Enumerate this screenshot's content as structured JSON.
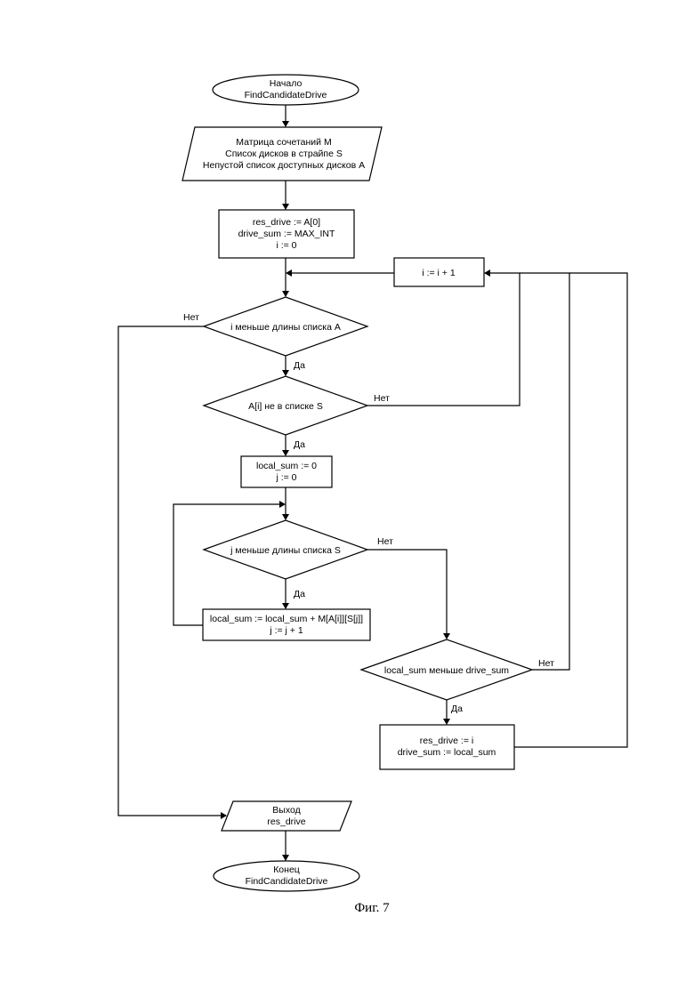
{
  "start": {
    "line1": "Начало",
    "line2": "FindCandidateDrive"
  },
  "inputs": {
    "line1": "Матрица сочетаний M",
    "line2": "Список дисков в страйпе S",
    "line3": "Непустой список доступных дисков A"
  },
  "init": {
    "line1": "res_drive := A[0]",
    "line2": "drive_sum := MAX_INT",
    "line3": "i := 0"
  },
  "increment_i": {
    "line1": "i := i + 1"
  },
  "cond_i": {
    "text": "i меньше длины списка A",
    "yes": "Да",
    "no": "Нет"
  },
  "cond_not_in_s": {
    "text": "A[i] не в списке S",
    "yes": "Да",
    "no": "Нет"
  },
  "init_local": {
    "line1": "local_sum := 0",
    "line2": "j := 0"
  },
  "cond_j": {
    "text": "j меньше длины списка S",
    "yes": "Да",
    "no": "Нет"
  },
  "accumulate": {
    "line1": "local_sum := local_sum  + M[A[i]][S[j]]",
    "line2": "j := j + 1"
  },
  "cond_sum": {
    "text": "local_sum меньше drive_sum",
    "yes": "Да",
    "no": "Нет"
  },
  "update": {
    "line1": "res_drive := i",
    "line2": "drive_sum := local_sum"
  },
  "output": {
    "line1": "Выход",
    "line2": "res_drive"
  },
  "end": {
    "line1": "Конец",
    "line2": "FindCandidateDrive"
  },
  "caption": "Фиг. 7"
}
